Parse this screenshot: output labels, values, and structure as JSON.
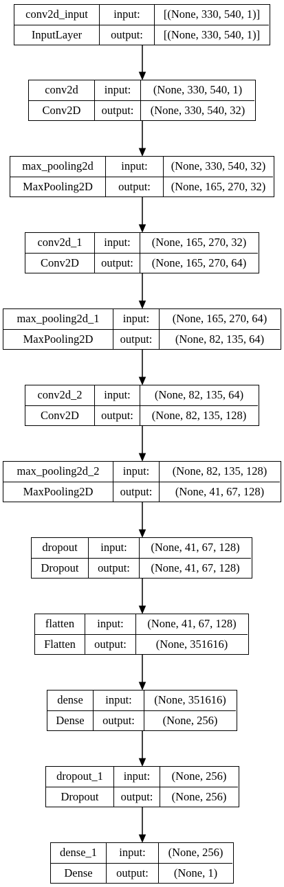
{
  "diagram": {
    "layers": [
      {
        "name": "conv2d_input",
        "type": "InputLayer",
        "input_label": "input:",
        "output_label": "output:",
        "input_shape": "[(None, 330, 540, 1)]",
        "output_shape": "[(None, 330, 540, 1)]"
      },
      {
        "name": "conv2d",
        "type": "Conv2D",
        "input_label": "input:",
        "output_label": "output:",
        "input_shape": "(None, 330, 540, 1)",
        "output_shape": "(None, 330, 540, 32)"
      },
      {
        "name": "max_pooling2d",
        "type": "MaxPooling2D",
        "input_label": "input:",
        "output_label": "output:",
        "input_shape": "(None, 330, 540, 32)",
        "output_shape": "(None, 165, 270, 32)"
      },
      {
        "name": "conv2d_1",
        "type": "Conv2D",
        "input_label": "input:",
        "output_label": "output:",
        "input_shape": "(None, 165, 270, 32)",
        "output_shape": "(None, 165, 270, 64)"
      },
      {
        "name": "max_pooling2d_1",
        "type": "MaxPooling2D",
        "input_label": "input:",
        "output_label": "output:",
        "input_shape": "(None, 165, 270, 64)",
        "output_shape": "(None, 82, 135, 64)"
      },
      {
        "name": "conv2d_2",
        "type": "Conv2D",
        "input_label": "input:",
        "output_label": "output:",
        "input_shape": "(None, 82, 135, 64)",
        "output_shape": "(None, 82, 135, 128)"
      },
      {
        "name": "max_pooling2d_2",
        "type": "MaxPooling2D",
        "input_label": "input:",
        "output_label": "output:",
        "input_shape": "(None, 82, 135, 128)",
        "output_shape": "(None, 41, 67, 128)"
      },
      {
        "name": "dropout",
        "type": "Dropout",
        "input_label": "input:",
        "output_label": "output:",
        "input_shape": "(None, 41, 67, 128)",
        "output_shape": "(None, 41, 67, 128)"
      },
      {
        "name": "flatten",
        "type": "Flatten",
        "input_label": "input:",
        "output_label": "output:",
        "input_shape": "(None, 41, 67, 128)",
        "output_shape": "(None, 351616)"
      },
      {
        "name": "dense",
        "type": "Dense",
        "input_label": "input:",
        "output_label": "output:",
        "input_shape": "(None, 351616)",
        "output_shape": "(None, 256)"
      },
      {
        "name": "dropout_1",
        "type": "Dropout",
        "input_label": "input:",
        "output_label": "output:",
        "input_shape": "(None, 256)",
        "output_shape": "(None, 256)"
      },
      {
        "name": "dense_1",
        "type": "Dense",
        "input_label": "input:",
        "output_label": "output:",
        "input_shape": "(None, 256)",
        "output_shape": "(None, 1)"
      }
    ]
  }
}
